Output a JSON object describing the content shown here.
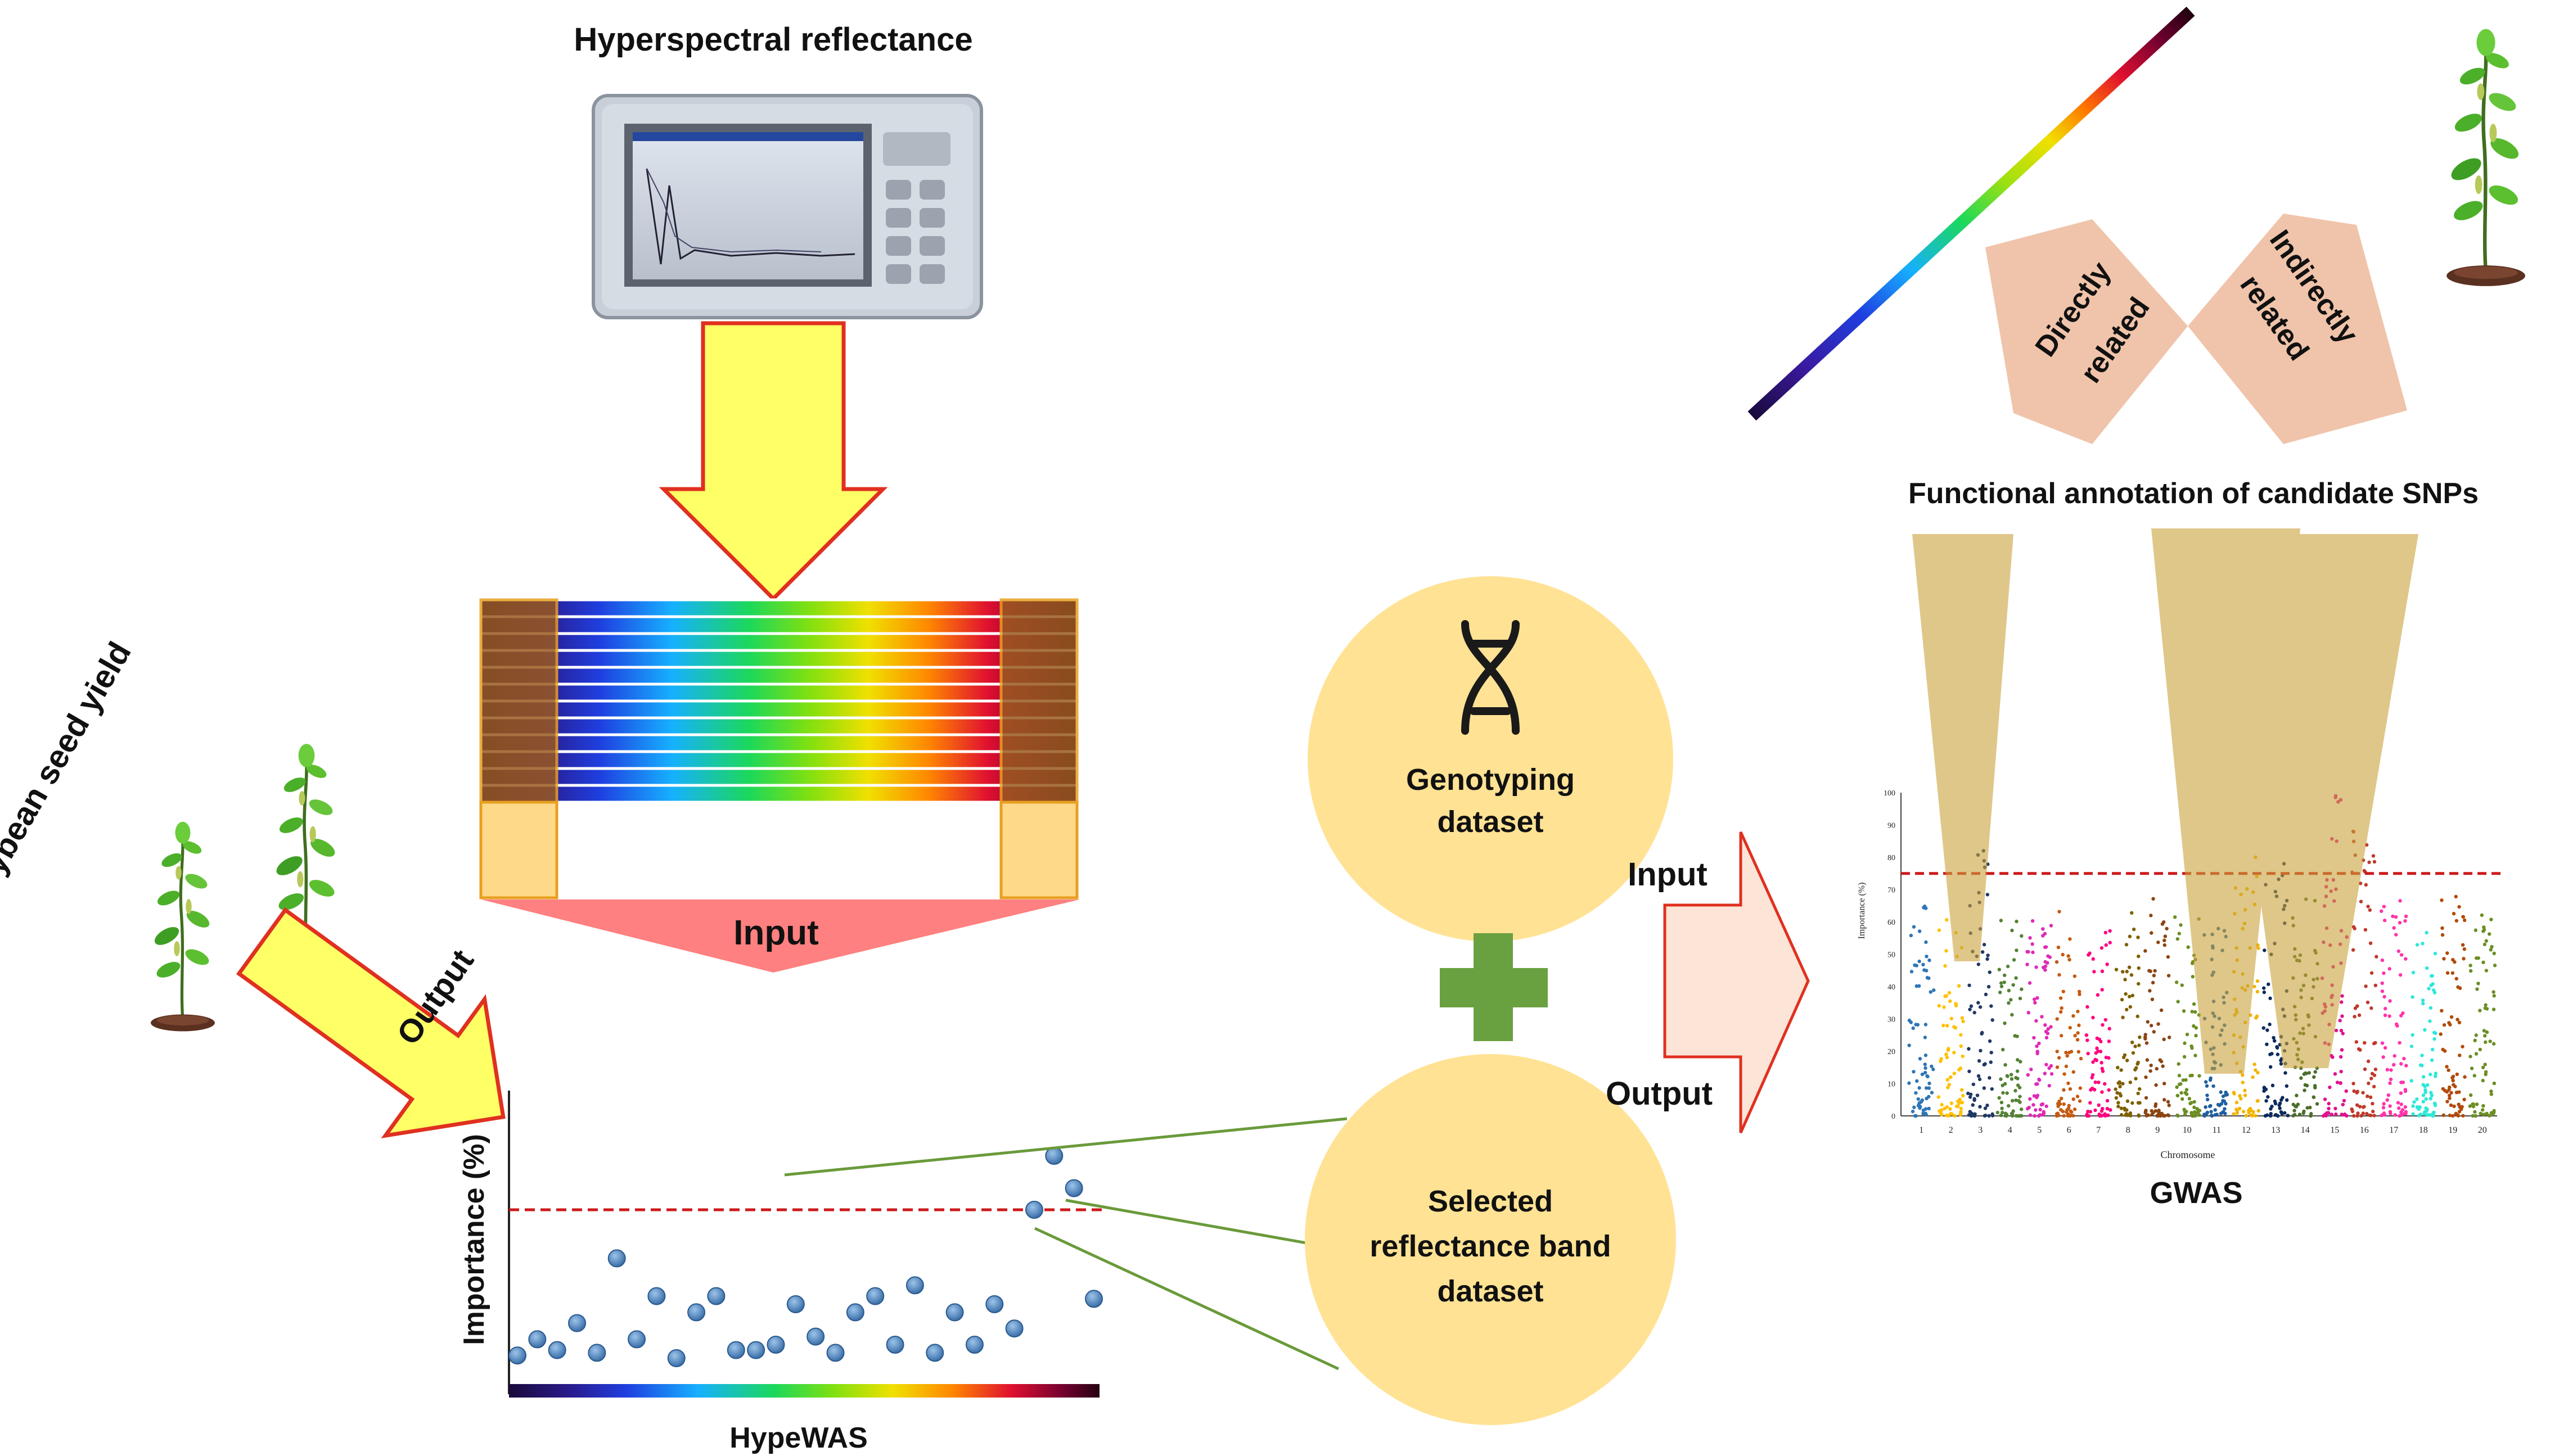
{
  "titles": {
    "hyperspectral": "Hyperspectral reflectance",
    "functional": "Functional annotation of candidate SNPs",
    "gwas": "GWAS",
    "hypewas": "HypeWAS",
    "soybean": "Soybean seed yield"
  },
  "labels": {
    "input_left": "Input",
    "output_left": "Output",
    "input_right": "Input",
    "output_right": "Output",
    "genotyping_line1": "Genotyping",
    "genotyping_line2": "dataset",
    "selected_line1": "Selected",
    "selected_line2": "reflectance band",
    "selected_line3": "dataset",
    "directly_line1": "Directly",
    "directly_line2": "related",
    "indirectly_line1": "Indirectly",
    "indirectly_line2": "related"
  },
  "hypewas": {
    "ylabel": "Importance (%)",
    "threshold": 60,
    "points": [
      [
        1,
        6
      ],
      [
        2,
        12
      ],
      [
        3,
        8
      ],
      [
        4,
        18
      ],
      [
        5,
        7
      ],
      [
        6,
        42
      ],
      [
        7,
        12
      ],
      [
        8,
        28
      ],
      [
        9,
        5
      ],
      [
        10,
        22
      ],
      [
        11,
        28
      ],
      [
        12,
        8
      ],
      [
        13,
        8
      ],
      [
        14,
        10
      ],
      [
        15,
        25
      ],
      [
        16,
        13
      ],
      [
        17,
        7
      ],
      [
        18,
        22
      ],
      [
        19,
        28
      ],
      [
        20,
        10
      ],
      [
        21,
        32
      ],
      [
        22,
        7
      ],
      [
        23,
        22
      ],
      [
        24,
        10
      ],
      [
        25,
        25
      ],
      [
        26,
        16
      ],
      [
        27,
        60
      ],
      [
        28,
        80
      ],
      [
        29,
        68
      ],
      [
        30,
        27
      ]
    ]
  },
  "gwas": {
    "xlabel": "Chromosome",
    "ylabel": "Importance (%)",
    "threshold": 75,
    "yticks": [
      "0",
      "10",
      "20",
      "30",
      "40",
      "50",
      "60",
      "70",
      "80",
      "90",
      "100"
    ],
    "chromosomes": [
      "1",
      "2",
      "3",
      "4",
      "5",
      "6",
      "7",
      "8",
      "9",
      "10",
      "11",
      "12",
      "13",
      "14",
      "15",
      "16",
      "17",
      "18",
      "19",
      "20"
    ],
    "colors": [
      "#2e75b6",
      "#ffc000",
      "#203864",
      "#548235",
      "#e02ab5",
      "#c55a11",
      "#ff0080",
      "#7f6000",
      "#8b4513",
      "#6b8e23",
      "#1f5f9f",
      "#f4b400",
      "#0d2a5c",
      "#4a6e2a",
      "#e0118f",
      "#c0392b",
      "#ff33aa",
      "#2ee8d8",
      "#b04a0a",
      "#6b8e23"
    ]
  }
}
